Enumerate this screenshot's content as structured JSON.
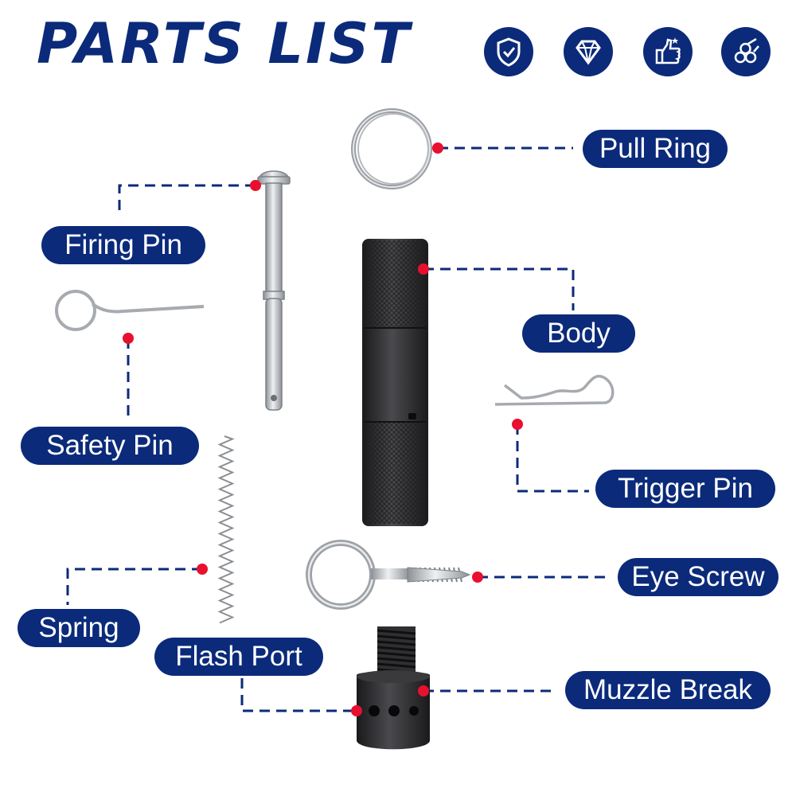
{
  "header": {
    "title": "PARTS LIST",
    "badges": [
      "shield-check-icon",
      "diamond-icon",
      "thumbs-up-icon",
      "logs-icon"
    ]
  },
  "labels": {
    "pull_ring": "Pull Ring",
    "firing_pin": "Firing Pin",
    "body": "Body",
    "safety_pin": "Safety Pin",
    "trigger_pin": "Trigger Pin",
    "eye_screw": "Eye Screw",
    "spring": "Spring",
    "flash_port": "Flash Port",
    "muzzle_break": "Muzzle Break"
  },
  "colors": {
    "brand_navy": "#0b2a7a",
    "marker_red": "#e8102e",
    "leader_line": "#0b2a7a",
    "metal": "#c9ccd0",
    "black_part": "#2b2b2d"
  }
}
